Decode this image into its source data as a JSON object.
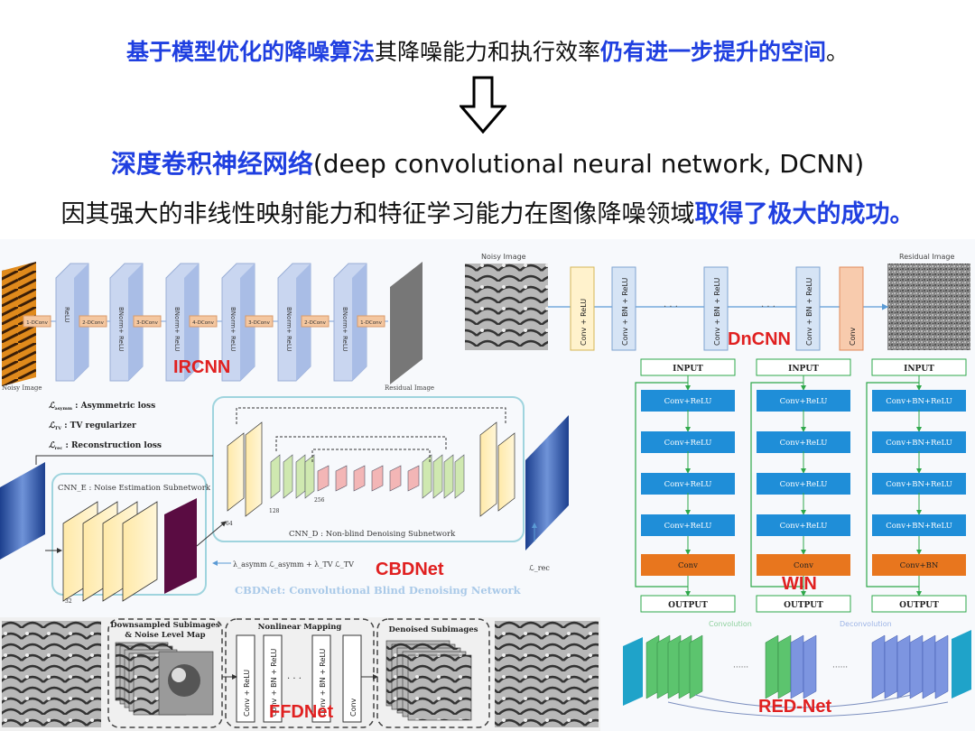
{
  "heading": {
    "line1": {
      "part1": "基于模型优化的降噪算法",
      "part2": "其降噪能力和执行效率",
      "part3": "仍有进一步提升的空间",
      "part4": "。"
    },
    "line2": {
      "part1": "深度卷积神经网络",
      "part2": "(deep convolutional neural network, DCNN)"
    },
    "line3": {
      "part1": "因其强大的非线性映射能力和特征学习能力在图像降噪领域",
      "part2": "取得了极大的成功。"
    }
  },
  "ircnn": {
    "name": "IRCNN",
    "input_caption": "Noisy Image",
    "output_caption": "Residual Image",
    "conv_labels": [
      "1-DConv",
      "2-DConv",
      "3-DConv",
      "4-DConv",
      "3-DConv",
      "2-DConv",
      "1-DConv"
    ],
    "block_labels": [
      "ReLU",
      "BNorm+ ReLU",
      "BNorm+ ReLU",
      "BNorm+ ReLU",
      "BNorm+ ReLU",
      "BNorm+ ReLU"
    ]
  },
  "dncnn": {
    "name": "DnCNN",
    "input_caption": "Noisy Image",
    "output_caption": "Residual Image",
    "block_labels": [
      "Conv + ReLU",
      "Conv + BN + ReLU",
      "Conv + BN + ReLU",
      "Conv + BN + ReLU",
      "Conv"
    ],
    "ellipsis": "· · ·"
  },
  "cbdnet": {
    "name": "CBDNet",
    "loss_items": [
      {
        "symbol": "ℒ",
        "sub": "asymm",
        "text": ": Asymmetric loss"
      },
      {
        "symbol": "ℒ",
        "sub": "TV",
        "text": ": TV regularizer"
      },
      {
        "symbol": "ℒ",
        "sub": "rec",
        "text": ": Reconstruction loss"
      }
    ],
    "estimation_subnet": "CNN_E : Noise Estimation Subnetwork",
    "denoising_subnet": "CNN_D : Non-blind Denoising Subnetwork",
    "loss_formula": "λ_asymm ℒ_asymm + λ_TV ℒ_TV",
    "rec_loss": "ℒ_rec",
    "caption": "CBDNet: Convolutional Blind Denoising Network",
    "channel_labels": [
      "32",
      "64",
      "128",
      "256"
    ]
  },
  "win": {
    "name": "WIN",
    "columns": [
      {
        "input": "INPUT",
        "blocks": [
          "Conv+ReLU",
          "Conv+ReLU",
          "Conv+ReLU",
          "Conv+ReLU"
        ],
        "final": "Conv",
        "output": "OUTPUT"
      },
      {
        "input": "INPUT",
        "blocks": [
          "Conv+ReLU",
          "Conv+ReLU",
          "Conv+ReLU",
          "Conv+ReLU"
        ],
        "final": "Conv",
        "output": "OUTPUT"
      },
      {
        "input": "INPUT",
        "blocks": [
          "Conv+BN+ReLU",
          "Conv+BN+ReLU",
          "Conv+BN+ReLU",
          "Conv+BN+ReLU"
        ],
        "final": "Conv+BN",
        "output": "OUTPUT"
      }
    ]
  },
  "ffdnet": {
    "name": "FFDNet",
    "stage1": "Downsampled Subimages & Noise Level Map",
    "stage2": "Nonlinear Mapping",
    "stage3": "Denoised Subimages",
    "block_labels": [
      "Conv + ReLU",
      "Conv + BN + ReLU",
      "Conv + BN + ReLU",
      "Conv"
    ]
  },
  "rednet": {
    "name": "RED-Net",
    "encoder_label": "Convolution",
    "decoder_label": "Deconvolution"
  },
  "colors": {
    "accent_blue": "#1f3fe0",
    "label_red": "#e02020",
    "win_green": "#2ea84a",
    "win_blue": "#1f8ed8",
    "win_orange": "#e8761e"
  }
}
